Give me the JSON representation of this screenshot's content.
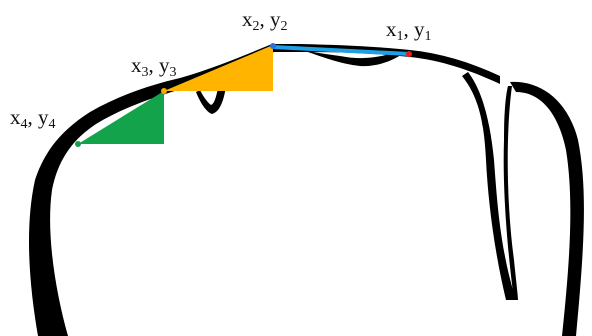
{
  "figure": {
    "points": [
      {
        "id": "p1",
        "x_label": "x",
        "y_label": "y",
        "index": "1",
        "separator": ", ",
        "color": "#e32119"
      },
      {
        "id": "p2",
        "x_label": "x",
        "y_label": "y",
        "index": "2",
        "separator": ", ",
        "color": "#2a6fdb"
      },
      {
        "id": "p3",
        "x_label": "x",
        "y_label": "y",
        "index": "3",
        "separator": ", ",
        "color": "#f2a900"
      },
      {
        "id": "p4",
        "x_label": "x",
        "y_label": "y",
        "index": "4",
        "separator": ", ",
        "color": "#12a04a"
      }
    ],
    "colors": {
      "outline": "#000000",
      "segment_1_2": "#1ea0e6",
      "triangle_2_3": "#ffb400",
      "triangle_3_4": "#13a34b",
      "background": "#ffffff"
    }
  }
}
